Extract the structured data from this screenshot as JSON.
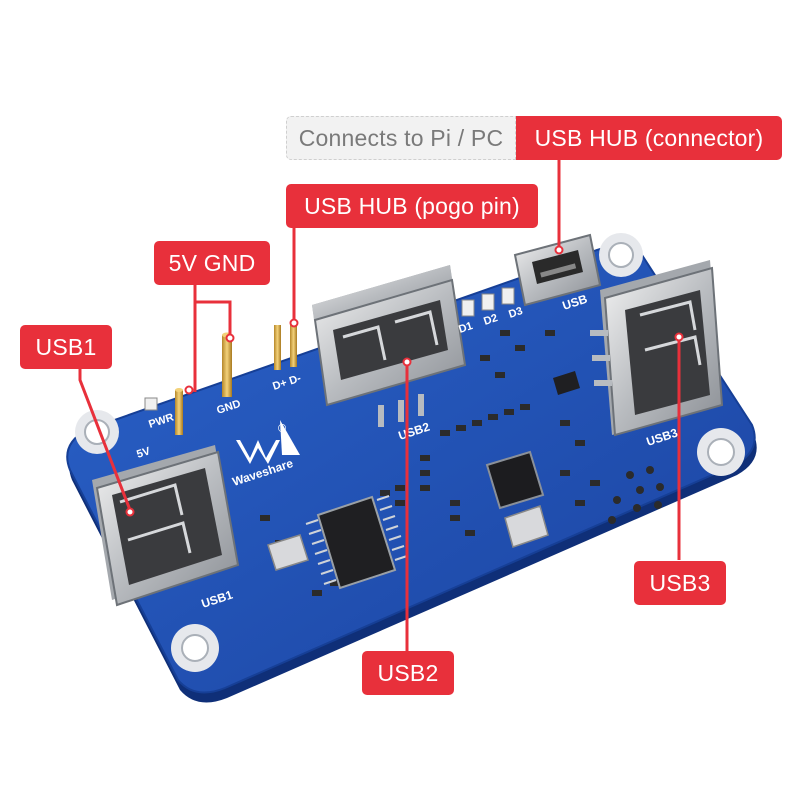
{
  "callouts": {
    "connects_to": "Connects to Pi / PC",
    "usb_hub_connector": "USB HUB (connector)",
    "usb_hub_pogo": "USB HUB (pogo pin)",
    "five_v_gnd": "5V GND",
    "usb1": "USB1",
    "usb2": "USB2",
    "usb3": "USB3"
  },
  "board_silkscreen": {
    "brand": "Waveshare",
    "registered": "®",
    "pwr": "PWR",
    "gnd": "GND",
    "five_v": "5V",
    "d_plus_minus": "D+ D-",
    "d1": "D1",
    "d2": "D2",
    "d3": "D3",
    "usb": "USB",
    "usb1": "USB1",
    "usb2": "USB2",
    "usb3": "USB3"
  },
  "colors": {
    "callout_red": "#e8303b",
    "pcb_blue": "#1f4fb0",
    "callout_gray_bg": "#f2f2f2"
  }
}
